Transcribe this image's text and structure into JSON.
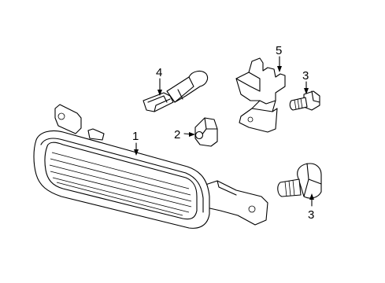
{
  "diagram": {
    "callouts": {
      "part1": "1",
      "part2": "2",
      "part3_upper": "3",
      "part3_lower": "3",
      "part4": "4",
      "part5": "5"
    }
  }
}
